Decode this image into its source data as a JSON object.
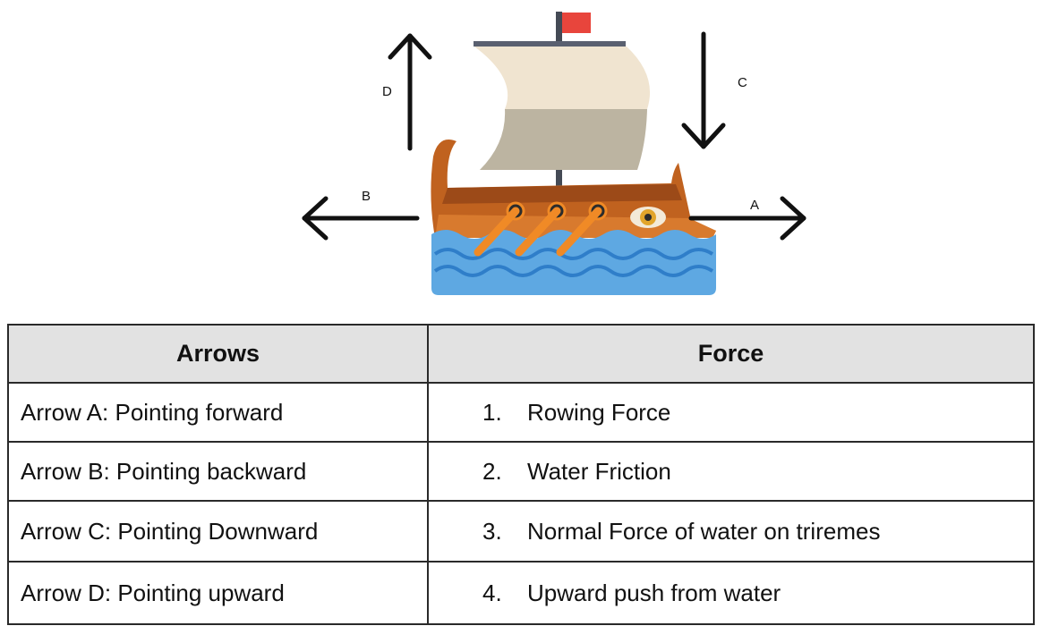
{
  "diagram": {
    "arrow_labels": {
      "a": "A",
      "b": "B",
      "c": "C",
      "d": "D"
    },
    "colors": {
      "flag": "#e8453c",
      "sail_top": "#f0e4d0",
      "sail_bottom": "#bcb4a1",
      "hull_dark": "#9c4a18",
      "hull": "#c0621f",
      "hull_light": "#d87a2e",
      "oar": "#f08a26",
      "water": "#5ea8e2",
      "wave": "#2f7ec9",
      "mast": "#444a55",
      "eye_white": "#f3ead8",
      "eye_iris": "#e2a52b"
    }
  },
  "table": {
    "headers": {
      "arrows": "Arrows",
      "force": "Force"
    },
    "rows": [
      {
        "arrow": "Arrow A: Pointing forward",
        "num": "1.",
        "force": "Rowing Force"
      },
      {
        "arrow": "Arrow B: Pointing backward",
        "num": "2.",
        "force": "Water Friction"
      },
      {
        "arrow": "Arrow C: Pointing Downward",
        "num": "3.",
        "force": "Normal Force of water on triremes"
      },
      {
        "arrow": "Arrow D: Pointing upward",
        "num": "4.",
        "force": "Upward push from water"
      }
    ]
  }
}
